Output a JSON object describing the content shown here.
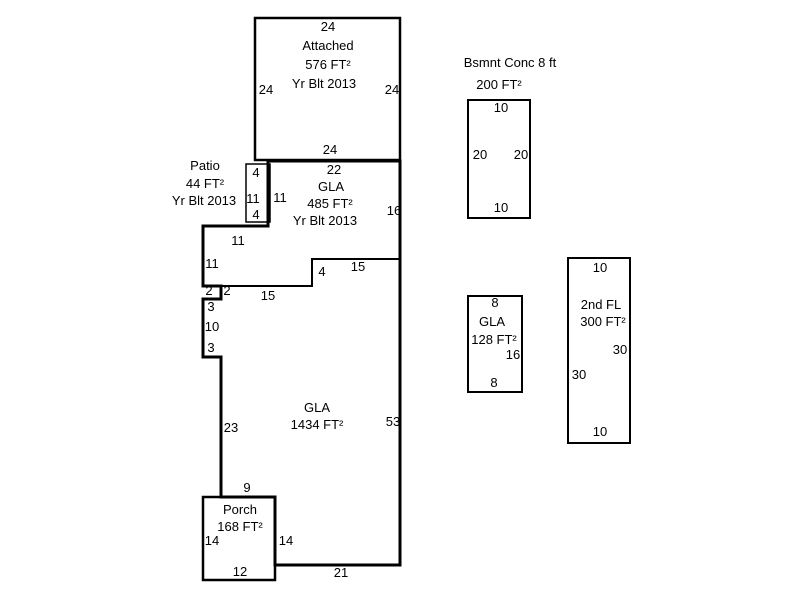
{
  "colors": {
    "line": "#000000",
    "background": "#ffffff",
    "text": "#000000"
  },
  "garage": {
    "label": "Attached",
    "area": "576 FT²",
    "year_built": "Yr Blt 2013",
    "dim_top": "24",
    "dim_left": "24",
    "dim_right": "24",
    "dim_bottom": "24"
  },
  "gla_485": {
    "label": "GLA",
    "area": "485 FT²",
    "year_built": "Yr Blt 2013",
    "dim_top": "22",
    "dim_right": "16"
  },
  "patio": {
    "label": "Patio",
    "area": "44 FT²",
    "year_built": "Yr Blt 2013",
    "dim_top": "4",
    "dim_left": "11",
    "dim_right": "11",
    "dim_bottom": "4"
  },
  "gla_main": {
    "label": "GLA",
    "area": "1434 FT²",
    "dim_upper_h": "11",
    "dim_upper_v": "11",
    "dim_step_left": "2",
    "dim_step_right": "2",
    "dim_step_h": "15",
    "dim_inner_v": "4",
    "dim_inner_h": "15",
    "dim_notch_top": "3",
    "dim_notch_v": "10",
    "dim_notch_bottom": "3",
    "dim_left": "23",
    "dim_right": "53",
    "dim_porch_top": "9",
    "dim_bottom": "21"
  },
  "porch": {
    "label": "Porch",
    "area": "168 FT²",
    "dim_left": "14",
    "dim_right": "14",
    "dim_bottom": "12"
  },
  "basement": {
    "title": "Bsmnt Conc 8 ft",
    "area": "200 FT²",
    "dim_top": "10",
    "dim_left": "20",
    "dim_right": "20",
    "dim_bottom": "10"
  },
  "gla_128": {
    "label": "GLA",
    "area": "128 FT²",
    "dim_top": "8",
    "dim_right": "16",
    "dim_bottom": "8"
  },
  "second_floor": {
    "label": "2nd FL",
    "area": "300 FT²",
    "dim_top": "10",
    "dim_right": "30",
    "dim_left": "30",
    "dim_bottom": "10"
  }
}
